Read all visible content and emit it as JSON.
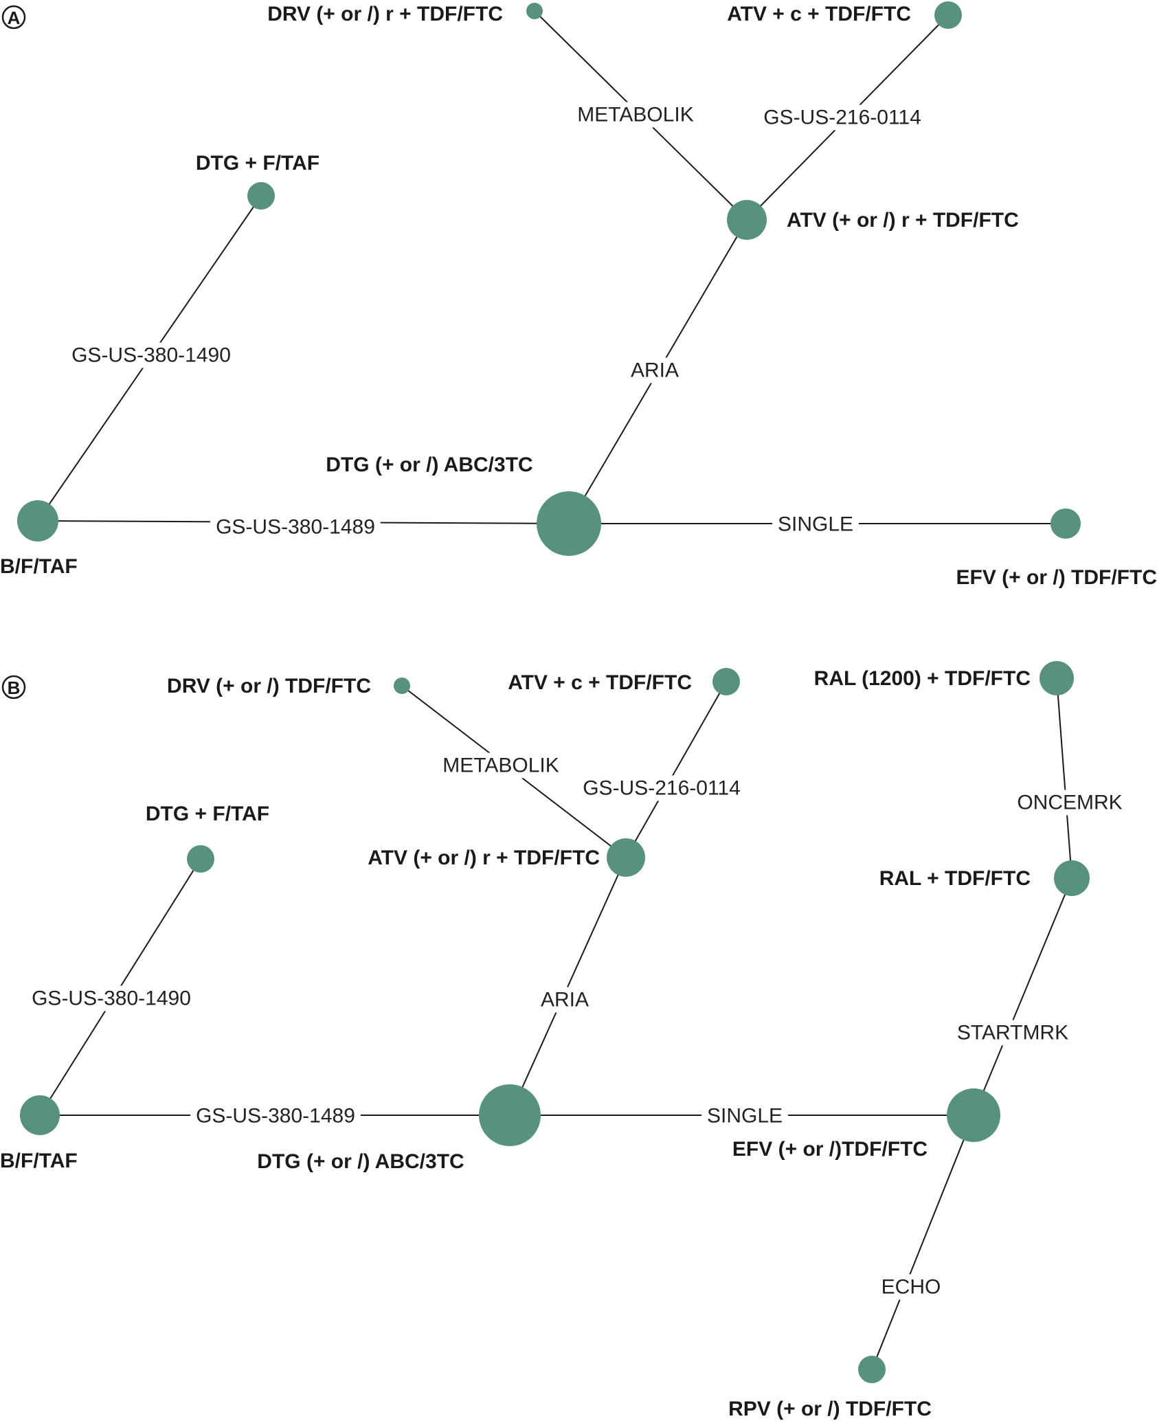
{
  "colors": {
    "node": "#57917f",
    "edge": "#1a1a1a",
    "text": "#1a1a1a"
  },
  "panels": [
    {
      "id": "A",
      "letter": "A",
      "nodes": [
        {
          "id": "drv_r",
          "label": "DRV (+ or /) r + TDF/FTC"
        },
        {
          "id": "atv_c",
          "label": "ATV + c + TDF/FTC"
        },
        {
          "id": "dtg_ftaf",
          "label": "DTG + F/TAF"
        },
        {
          "id": "atv_r",
          "label": "ATV (+ or /) r + TDF/FTC"
        },
        {
          "id": "dtg_abc",
          "label": "DTG (+ or /) ABC/3TC"
        },
        {
          "id": "bftaf",
          "label": "B/F/TAF"
        },
        {
          "id": "efv",
          "label": "EFV (+ or /) TDF/FTC"
        }
      ],
      "edges": [
        {
          "from": "drv_r",
          "to": "atv_r",
          "label": "METABOLIK"
        },
        {
          "from": "atv_c",
          "to": "atv_r",
          "label": "GS-US-216-0114"
        },
        {
          "from": "dtg_ftaf",
          "to": "bftaf",
          "label": "GS-US-380-1490"
        },
        {
          "from": "atv_r",
          "to": "dtg_abc",
          "label": "ARIA"
        },
        {
          "from": "bftaf",
          "to": "dtg_abc",
          "label": "GS-US-380-1489"
        },
        {
          "from": "dtg_abc",
          "to": "efv",
          "label": "SINGLE"
        }
      ]
    },
    {
      "id": "B",
      "letter": "B",
      "nodes": [
        {
          "id": "drv",
          "label": "DRV (+ or /) TDF/FTC"
        },
        {
          "id": "atv_c",
          "label": "ATV + c + TDF/FTC"
        },
        {
          "id": "ral1200",
          "label": "RAL (1200) + TDF/FTC"
        },
        {
          "id": "dtg_ftaf",
          "label": "DTG + F/TAF"
        },
        {
          "id": "atv_r",
          "label": "ATV (+ or /) r + TDF/FTC"
        },
        {
          "id": "ral",
          "label": "RAL + TDF/FTC"
        },
        {
          "id": "bftaf",
          "label": "B/F/TAF"
        },
        {
          "id": "dtg_abc",
          "label": "DTG (+ or /) ABC/3TC"
        },
        {
          "id": "efv",
          "label": "EFV (+ or /)TDF/FTC"
        },
        {
          "id": "rpv",
          "label": "RPV (+ or /) TDF/FTC"
        }
      ],
      "edges": [
        {
          "from": "drv",
          "to": "atv_r",
          "label": "METABOLIK"
        },
        {
          "from": "atv_c",
          "to": "atv_r",
          "label": "GS-US-216-0114"
        },
        {
          "from": "ral1200",
          "to": "ral",
          "label": "ONCEMRK"
        },
        {
          "from": "dtg_ftaf",
          "to": "bftaf",
          "label": "GS-US-380-1490"
        },
        {
          "from": "atv_r",
          "to": "dtg_abc",
          "label": "ARIA"
        },
        {
          "from": "ral",
          "to": "efv",
          "label": "STARTMRK"
        },
        {
          "from": "bftaf",
          "to": "dtg_abc",
          "label": "GS-US-380-1489"
        },
        {
          "from": "dtg_abc",
          "to": "efv",
          "label": "SINGLE"
        },
        {
          "from": "efv",
          "to": "rpv",
          "label": "ECHO"
        }
      ]
    }
  ]
}
